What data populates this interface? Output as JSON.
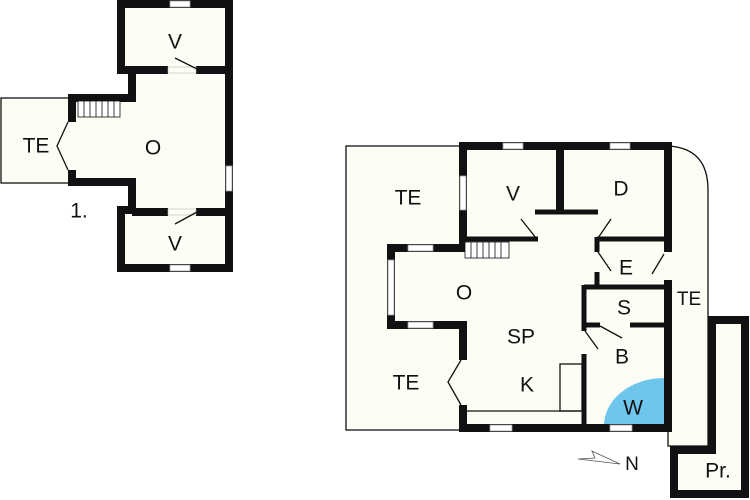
{
  "colors": {
    "floor": "#fdfdf6",
    "wall": "#111111",
    "wc": "#6ec6ec"
  },
  "floor_upper": {
    "level_label": "1.",
    "rooms": {
      "terrace": "TE",
      "living": "O",
      "bedroom_top": "V",
      "bedroom_bottom": "V"
    }
  },
  "floor_ground": {
    "rooms": {
      "terrace_top_left": "TE",
      "terrace_bottom_left": "TE",
      "terrace_right": "TE",
      "bedroom": "V",
      "room_d": "D",
      "entrance": "E",
      "storage": "S",
      "living": "O",
      "living_dining": "SP",
      "kitchen": "K",
      "bathroom": "B",
      "wc": "W",
      "pr": "Pr."
    },
    "compass": "N"
  }
}
